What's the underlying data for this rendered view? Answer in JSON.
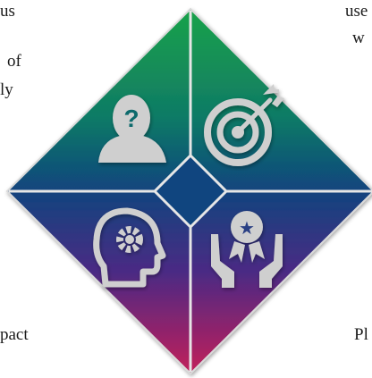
{
  "text_fragments": {
    "top_left_1": "us",
    "top_left_2": "of",
    "top_left_3": "ly",
    "top_right_1": "use",
    "top_right_2": "w",
    "bottom_left": "pact",
    "bottom_right": "Pl"
  },
  "diagram": {
    "shape": "diamond divided into four quadrants with a central small diamond",
    "gradient_colors": {
      "top": "#1aa24a",
      "upper_middle": "#0f7a66",
      "middle": "#12447e",
      "lower_middle": "#4a2a84",
      "bottom": "#c21f5a"
    },
    "divider_color": "#e6e6e6",
    "icon_color": "#cfcfcf",
    "quadrants": [
      {
        "position": "top-left",
        "icon": "person-question-icon"
      },
      {
        "position": "top-right",
        "icon": "target-arrow-icon"
      },
      {
        "position": "bottom-left",
        "icon": "head-gear-icon"
      },
      {
        "position": "bottom-right",
        "icon": "hands-award-icon"
      }
    ]
  }
}
